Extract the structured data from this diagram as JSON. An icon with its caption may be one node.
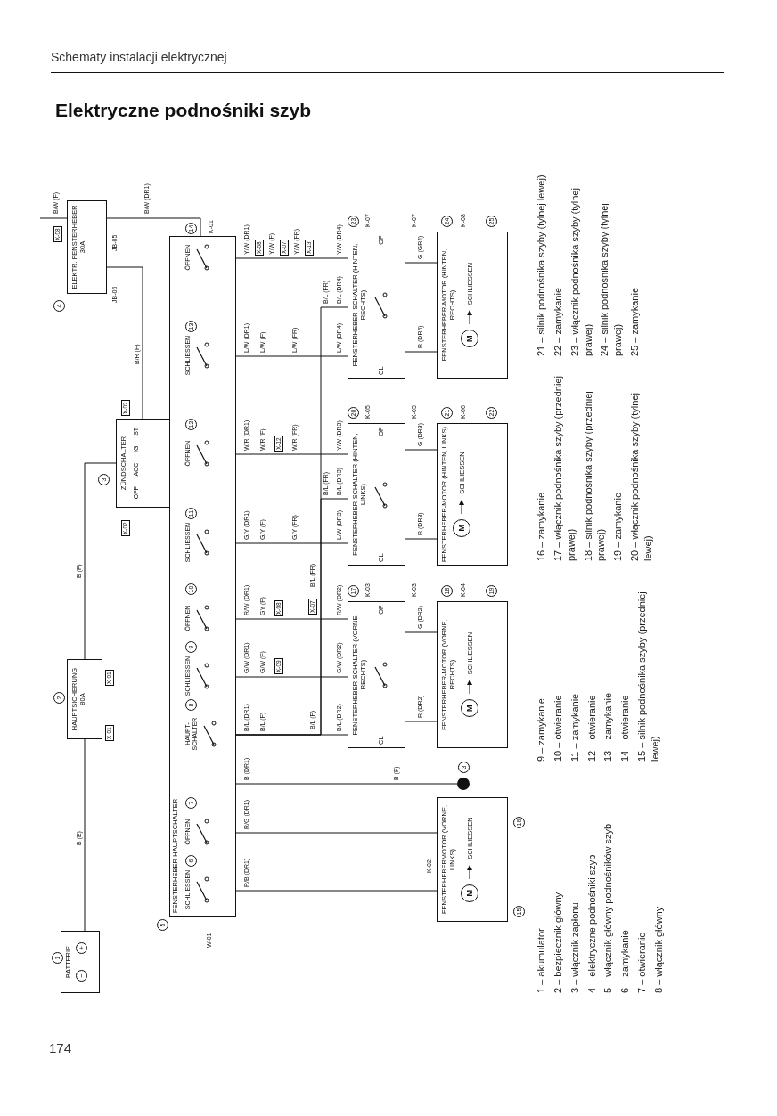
{
  "diagram": {
    "title": "Elektryczne podnośniki szyb",
    "nodes": [
      {
        "text": [
          "BATTERIE",
          "−",
          "+"
        ],
        "beside": [
          "1"
        ]
      },
      {
        "text": [
          "HAUPTSICHERUNG 80A"
        ],
        "beside": [
          "2",
          "X-01",
          "X-01"
        ]
      },
      {
        "text": [
          "ZÜNDSCHALTER",
          "OFF",
          "ACC",
          "IG",
          "ST"
        ],
        "beside": [
          "3",
          "X-02",
          "X-02"
        ]
      },
      {
        "text": [
          "ELEKTR. FENSTERHEBER 30A"
        ],
        "beside": [
          "4",
          "JB-06",
          "JB-05"
        ]
      },
      {
        "text": [
          "FENSTERHEBER-HAUPTSCHALTER"
        ],
        "beside": [
          "5",
          "W-01",
          "K-01"
        ]
      },
      {
        "text": [
          "SCHLIESSEN"
        ],
        "beside": [
          "6"
        ],
        "in": 4
      },
      {
        "text": [
          "ÖFFNEN"
        ],
        "beside": [
          "7"
        ],
        "in": 4
      },
      {
        "text": [
          "HAUPT-SCHALTER"
        ],
        "beside": [
          "8"
        ],
        "in": 4
      },
      {
        "text": [
          "SCHLIESSEN"
        ],
        "beside": [
          "9"
        ],
        "in": 4
      },
      {
        "text": [
          "ÖFFNEN"
        ],
        "beside": [
          "10"
        ],
        "in": 4
      },
      {
        "text": [
          "SCHLIESSEN"
        ],
        "beside": [
          "11"
        ],
        "in": 4
      },
      {
        "text": [
          "ÖFFNEN"
        ],
        "beside": [
          "12"
        ],
        "in": 4
      },
      {
        "text": [
          "SCHLIESSEN"
        ],
        "beside": [
          "13"
        ],
        "in": 4
      },
      {
        "text": [
          "ÖFFNEN"
        ],
        "beside": [
          "14"
        ],
        "in": 4
      },
      {
        "text": [
          "FENSTERHEBERMOTOR (VORNE, LINKS)",
          "M",
          "SCHLIESSEN"
        ],
        "beside": [
          "15",
          "16",
          "K-02"
        ]
      },
      {
        "text": [
          "FENSTERHEBER-SCHALTER (VORNE, RECHTS)",
          "CL",
          "OP"
        ],
        "beside": [
          "17",
          "K-03",
          "K-03"
        ]
      },
      {
        "text": [
          "FENSTERHEBER-MOTOR (VORNE, RECHTS)",
          "M",
          "SCHLIESSEN"
        ],
        "beside": [
          "18",
          "19",
          "K-04"
        ]
      },
      {
        "text": [
          "FENSTERHEBER-SCHALTER (HINTEN, LINKS)",
          "CL",
          "OP"
        ],
        "beside": [
          "20",
          "K-05",
          "K-05"
        ]
      },
      {
        "text": [
          "FENSTERHEBER-MOTOR (HINTEN, LINKS)",
          "M",
          "SCHLIESSEN"
        ],
        "beside": [
          "21",
          "22",
          "K-06"
        ]
      },
      {
        "text": [
          "FENSTERHEBER-SCHALTER (HINTEN, RECHTS)",
          "CL",
          "OP"
        ],
        "beside": [
          "23",
          "K-07",
          "K-07"
        ]
      },
      {
        "text": [
          "FENSTERHEBER-MOTOR (HINTEN, RECHTS)",
          "M",
          "SCHLIESSEN"
        ],
        "beside": [
          "24",
          "25",
          "K-08"
        ]
      },
      {
        "text": [],
        "shape": "circle"
      }
    ],
    "edges": [
      {
        "from": 0,
        "to": 1,
        "arrow": "none",
        "label": "B (E)"
      },
      {
        "from": 1,
        "to": 2,
        "arrow": "none",
        "label": "B (F)"
      },
      {
        "from": 2,
        "to": 3,
        "arrow": "none",
        "label": "B/R (F)"
      },
      {
        "from": 3,
        "to": 4,
        "arrow": "none",
        "label": "B/W (DR1)"
      },
      {
        "from": 3,
        "to": null,
        "arrow": "none",
        "label": "B/W (F)"
      },
      {
        "from": 5,
        "to": 14,
        "arrow": "none",
        "label": "R/B (DR1)"
      },
      {
        "from": 6,
        "to": 14,
        "arrow": "none",
        "label": "R/G (DR1)"
      },
      {
        "from": 4,
        "to": 21,
        "arrow": "none",
        "label": "B (DR1)"
      },
      {
        "from": 7,
        "to": 15,
        "arrow": "none",
        "label": "B/L (DR1)"
      },
      {
        "from": 7,
        "to": 17,
        "arrow": "none",
        "label": "B/L (FR)"
      },
      {
        "from": 7,
        "to": 19,
        "arrow": "none",
        "label": "B/L (FR)"
      },
      {
        "from": 8,
        "to": 15,
        "arrow": "none",
        "label": "G/W (DR1)"
      },
      {
        "from": 9,
        "to": 15,
        "arrow": "none",
        "label": "R/W (DR1)"
      },
      {
        "from": 10,
        "to": 17,
        "arrow": "none",
        "label": "G/Y (DR1)"
      },
      {
        "from": 11,
        "to": 17,
        "arrow": "none",
        "label": "W/R (DR1)"
      },
      {
        "from": 12,
        "to": 19,
        "arrow": "none",
        "label": "L/W (DR1)"
      },
      {
        "from": 13,
        "to": 19,
        "arrow": "none",
        "label": "Y/W (DR1)"
      },
      {
        "from": 15,
        "to": 16,
        "arrow": "none",
        "label": "G (DR2)"
      },
      {
        "from": 15,
        "to": 16,
        "arrow": "none",
        "label": "R (DR2)"
      },
      {
        "from": 17,
        "to": 18,
        "arrow": "none",
        "label": "G (DR3)"
      },
      {
        "from": 17,
        "to": 18,
        "arrow": "none",
        "label": "R (DR3)"
      },
      {
        "from": 19,
        "to": 20,
        "arrow": "none",
        "label": "G (GR4)"
      },
      {
        "from": 19,
        "to": 20,
        "arrow": "none",
        "label": "R (DR4)"
      }
    ],
    "labels": [
      "Schematy instalacji elektrycznej",
      "174",
      "X-08",
      "B (F)",
      "B/L (F)",
      "B/L (DR2)",
      "B/L (F)",
      "X-07",
      "B/L (FR)",
      "B/L (DR3)",
      "B/L (DR4)",
      "X-09",
      "G/W (F)",
      "G/W (DR2)",
      "X-08",
      "GY (F)",
      "R/W (DR2)",
      "G/Y (F)",
      "G/Y (FR)",
      "L/W (DR3)",
      "W/R (F)",
      "X-12",
      "W/R (FR)",
      "Y/W (DR3)",
      "L/W (F)",
      "L/W (FR)",
      "L/W (DR4)",
      "X-08",
      "Y/W (F)",
      "X-07",
      "Y/W (FR)",
      "X-13",
      "Y/W (DR4)",
      "3",
      "1 – akumulator",
      "2 – bezpiecznik główny",
      "3 – włącznik zapłonu",
      "4 – elektryczne podnośniki szyb",
      "5 – włącznik główny podnośników szyb",
      "6 – zamykanie",
      "7 – otwieranie",
      "8 – włącznik główny",
      "9 – zamykanie",
      "10 – otwieranie",
      "11 – zamykanie",
      "12 – otwieranie",
      "13 – zamykanie",
      "14 – otwieranie",
      "15 – silnik podnośnika szyby (przedniej lewej)",
      "16 – zamykanie",
      "17 – włącznik podnośnika szyby (przedniej prawej)",
      "18 – silnik podnośnika szyby (przedniej prawej)",
      "19 – zamykanie",
      "20 – włącznik podnośnika szyby (tylnej lewej)",
      "21 – silnik podnośnika szyby (tylnej lewej)",
      "22 – zamykanie",
      "23 – włącznik podnośnika szyby (tylnej prawej)",
      "24 – silnik podnośnika szyby (tylnej prawej)",
      "25 – zamykanie"
    ]
  }
}
